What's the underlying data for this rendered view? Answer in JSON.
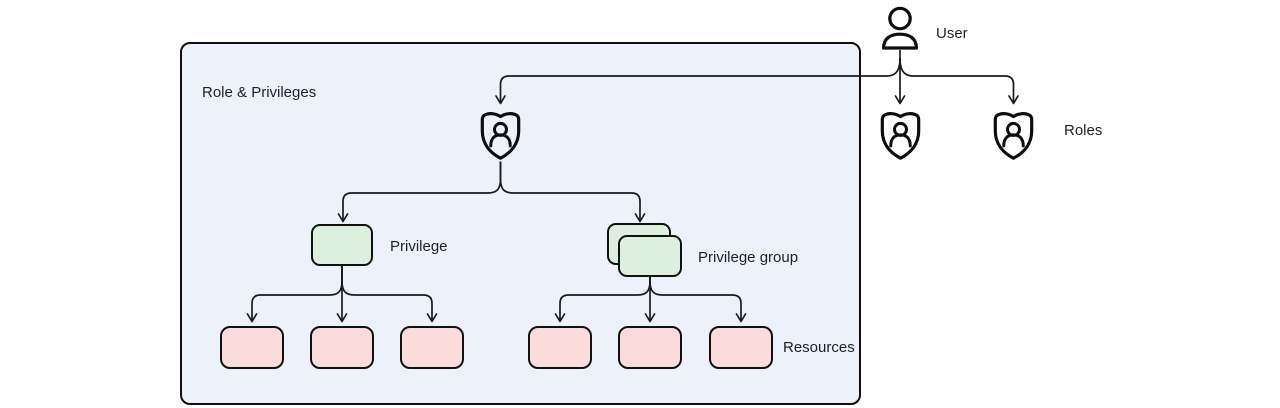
{
  "labels": {
    "container": "Role & Privileges",
    "user": "User",
    "roles": "Roles",
    "privilege": "Privilege",
    "privilege_group": "Privilege group",
    "resources": "Resources"
  },
  "colors": {
    "canvas_bg": "#ffffff",
    "container_fill": "#edf1fa",
    "privilege_fill": "#ddefde",
    "resource_fill": "#fbdcdc",
    "stroke_dark": "#111111",
    "connector": "#1a1a1a",
    "text": "#1f1f1f"
  },
  "structure": {
    "role_shield_count": 3,
    "privilege_group_stack_count": 2,
    "privilege_resource_count": 3,
    "privilege_group_resource_count": 3
  }
}
